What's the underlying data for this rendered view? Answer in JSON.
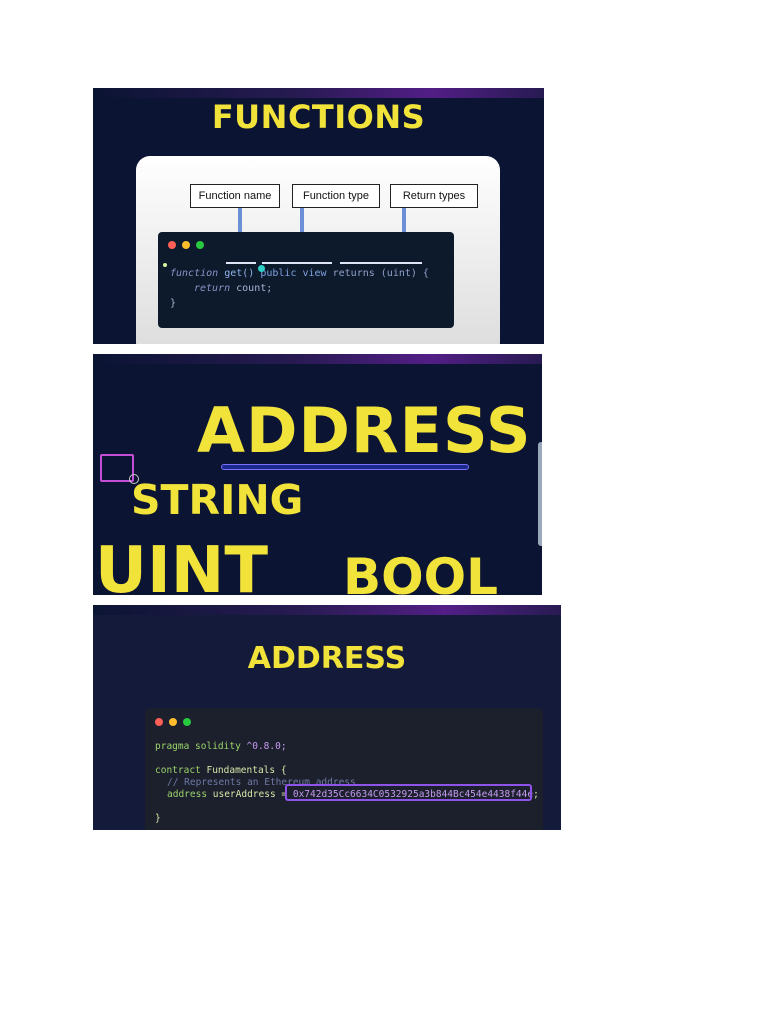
{
  "slide1": {
    "title": "FUNCTIONS",
    "labels": [
      "Function name",
      "Function type",
      "Return types"
    ],
    "code": {
      "kw_function": "function",
      "name": "get()",
      "type": "public view",
      "returns": "returns (uint) {",
      "line2_kw": "return",
      "line2_rest": " count;",
      "line3": "}"
    }
  },
  "slide2": {
    "words": [
      "ADDRESS",
      "STRING",
      "UINT",
      "BOOL"
    ]
  },
  "slide3": {
    "title": "ADDRESS",
    "code": {
      "line1_kw": "pragma solidity",
      "line1_ver": " ^0.8.0;",
      "line2_kw": "contract",
      "line2_rest": " Fundamentals {",
      "line3": "// Represents an Ethereum address",
      "line4_type": "address",
      "line4_name": " userAddress =",
      "line4_value": "0x742d35Cc6634C0532925a3b844Bc454e4438f44e",
      "line4_end": ";",
      "line5": "}"
    }
  },
  "colors": {
    "yellow": "#f2e33a",
    "navy": "#0b1433",
    "highlight": "#8e54e9"
  }
}
